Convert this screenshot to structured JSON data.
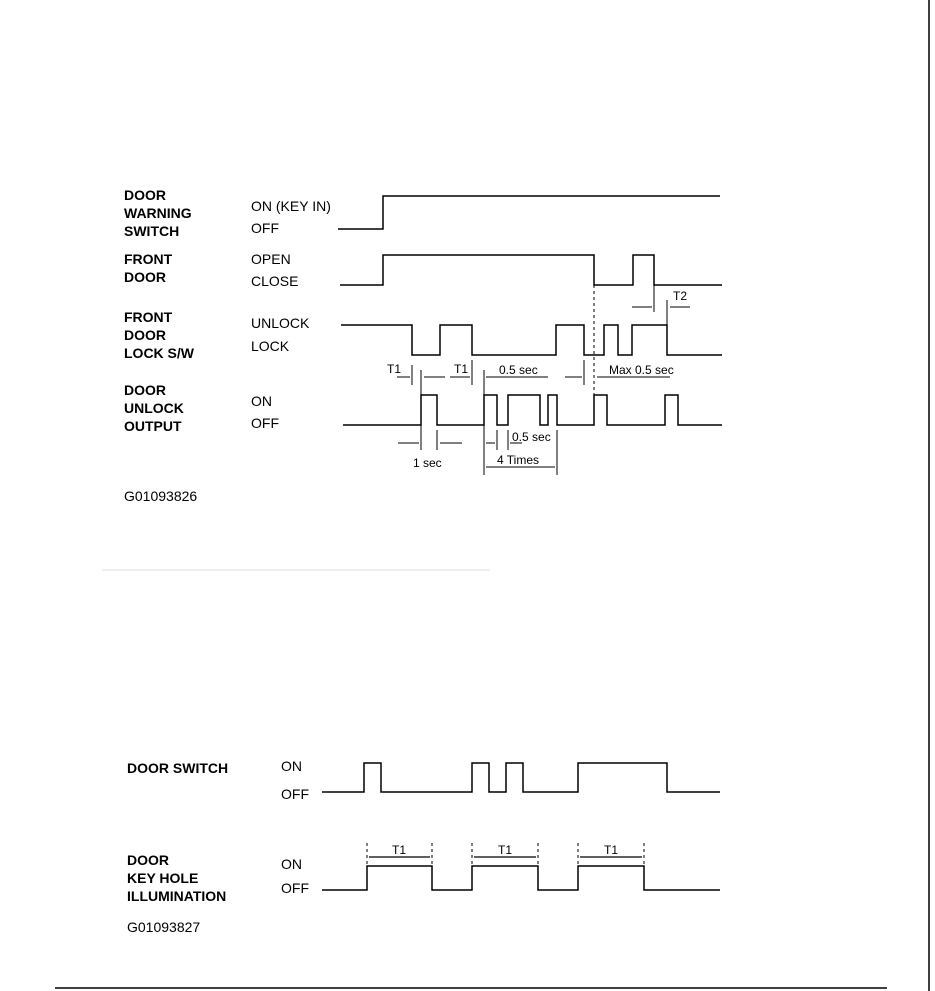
{
  "diagram1": {
    "signals": [
      {
        "name": [
          "DOOR",
          "WARNING",
          "SWITCH"
        ],
        "states": [
          "ON (KEY IN)",
          "OFF"
        ]
      },
      {
        "name": [
          "FRONT",
          "DOOR"
        ],
        "states": [
          "OPEN",
          "CLOSE"
        ]
      },
      {
        "name": [
          "FRONT",
          "DOOR",
          "LOCK S/W"
        ],
        "states": [
          "UNLOCK",
          "LOCK"
        ]
      },
      {
        "name": [
          "DOOR",
          "UNLOCK",
          "OUTPUT"
        ],
        "states": [
          "ON",
          "OFF"
        ]
      }
    ],
    "annotations": {
      "t1a": "T1",
      "t1b": "T1",
      "half_sec": "0.5 sec",
      "max_half_sec": "Max 0.5 sec",
      "t2": "T2",
      "one_sec": "1 sec",
      "half_sec_b": "0.5 sec",
      "four_times": "4 Times"
    },
    "figure_id": "G01093826"
  },
  "diagram2": {
    "signals": [
      {
        "name": [
          "DOOR SWITCH"
        ],
        "states": [
          "ON",
          "OFF"
        ]
      },
      {
        "name": [
          "DOOR",
          "KEY HOLE",
          "ILLUMINATION"
        ],
        "states": [
          "ON",
          "OFF"
        ]
      }
    ],
    "annotations": {
      "t1": "T1"
    },
    "figure_id": "G01093827"
  }
}
